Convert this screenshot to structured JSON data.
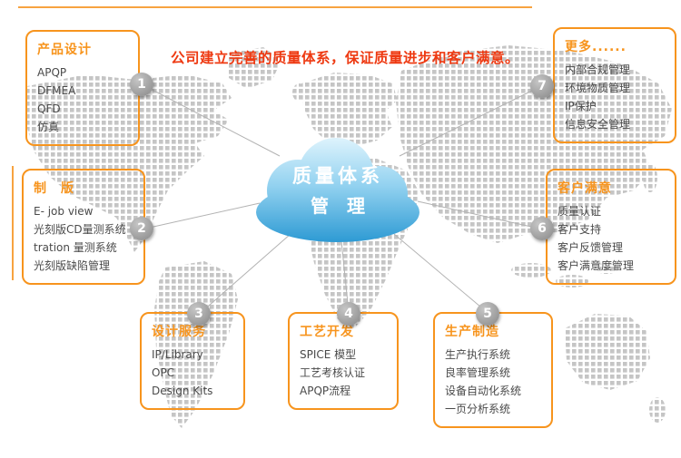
{
  "title": "公司建立完善的质量体系，保证质量进步和客户满意。",
  "cloud": {
    "line1": "质量体系",
    "line2": "管　理"
  },
  "boxes": [
    {
      "id": "1",
      "title": "产品设计",
      "items": [
        "APQP",
        "DFMEA",
        "QFD",
        "仿真"
      ]
    },
    {
      "id": "2",
      "title": "制　版",
      "items": [
        "E- job view",
        "光刻版CD量测系统",
        "tration 量测系统",
        "光刻版缺陷管理"
      ]
    },
    {
      "id": "3",
      "title": "设计服务",
      "items": [
        "IP/Library",
        "OPC",
        "Design Kits"
      ]
    },
    {
      "id": "4",
      "title": "工艺开发",
      "items": [
        "SPICE 模型",
        "工艺考核认证",
        "APQP流程"
      ]
    },
    {
      "id": "5",
      "title": "生产制造",
      "items": [
        "生产执行系统",
        "良率管理系统",
        "设备自动化系统",
        "一页分析系统"
      ]
    },
    {
      "id": "6",
      "title": "客户满意",
      "items": [
        "质量认证",
        "客户支持",
        "客户反馈管理",
        "客户满意度管理"
      ]
    },
    {
      "id": "7",
      "title": "更多......",
      "items": [
        "内部合规管理",
        "环境物质管理",
        "IP保护",
        "信息安全管理"
      ]
    }
  ],
  "badges": [
    "1",
    "2",
    "3",
    "4",
    "5",
    "6",
    "7"
  ],
  "colors": {
    "accent_orange": "#f7941d",
    "headline_red": "#ee3911",
    "map_gray": "#c5c5c5",
    "connector_gray": "#b3b3b3",
    "cloud_blue": "#3da0d6",
    "badge_gray": "#8a8a8a",
    "item_text": "#4a4a4a"
  }
}
